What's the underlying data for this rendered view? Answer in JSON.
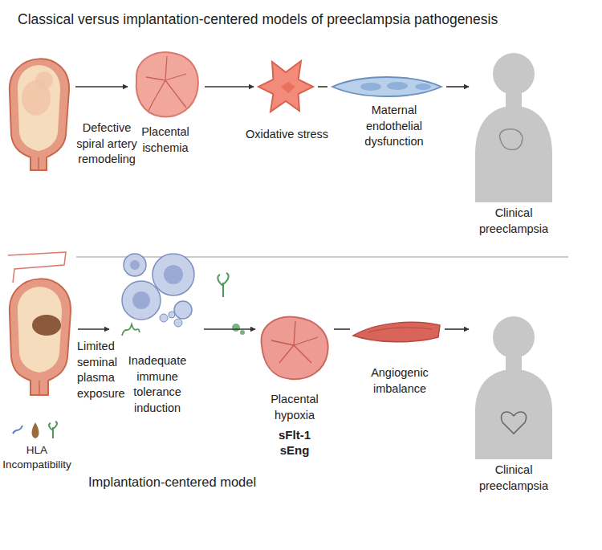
{
  "diagram": {
    "title": "Classical versus implantation-centered models of preeclampsia pathogenesis",
    "nodes": [
      {
        "text": [
          "Defective spiral artery remodeling"
        ]
      },
      {
        "text": [
          "Placental ischemia"
        ]
      },
      {
        "text": [
          "Oxidative stress"
        ]
      },
      {
        "text": [
          "Maternal endothelial dysfunction"
        ]
      },
      {
        "text": [
          "Clinical preeclampsia"
        ]
      },
      {
        "text": [
          "Limited seminal plasma exposure"
        ]
      },
      {
        "text": [
          "Inadequate immune tolerance induction"
        ]
      },
      {
        "text": [
          "Placental hypoxia",
          "sFlt-1",
          "sEng"
        ]
      },
      {
        "text": [
          "Angiogenic imbalance"
        ]
      },
      {
        "text": [
          "Clinical preeclampsia"
        ]
      }
    ],
    "edges": [
      {
        "from": 0,
        "to": 1,
        "arrow": "to"
      },
      {
        "from": 1,
        "to": 2,
        "arrow": "to"
      },
      {
        "from": 2,
        "to": 3,
        "arrow": "none"
      },
      {
        "from": 3,
        "to": 4,
        "arrow": "to"
      },
      {
        "from": 5,
        "to": 6,
        "arrow": "to"
      },
      {
        "from": 6,
        "to": 7,
        "arrow": "to"
      },
      {
        "from": 7,
        "to": 8,
        "arrow": "none"
      },
      {
        "from": 8,
        "to": 9,
        "arrow": "to"
      }
    ],
    "labels": [
      "HLA Incompatibility",
      "Implantation-centered model"
    ]
  }
}
